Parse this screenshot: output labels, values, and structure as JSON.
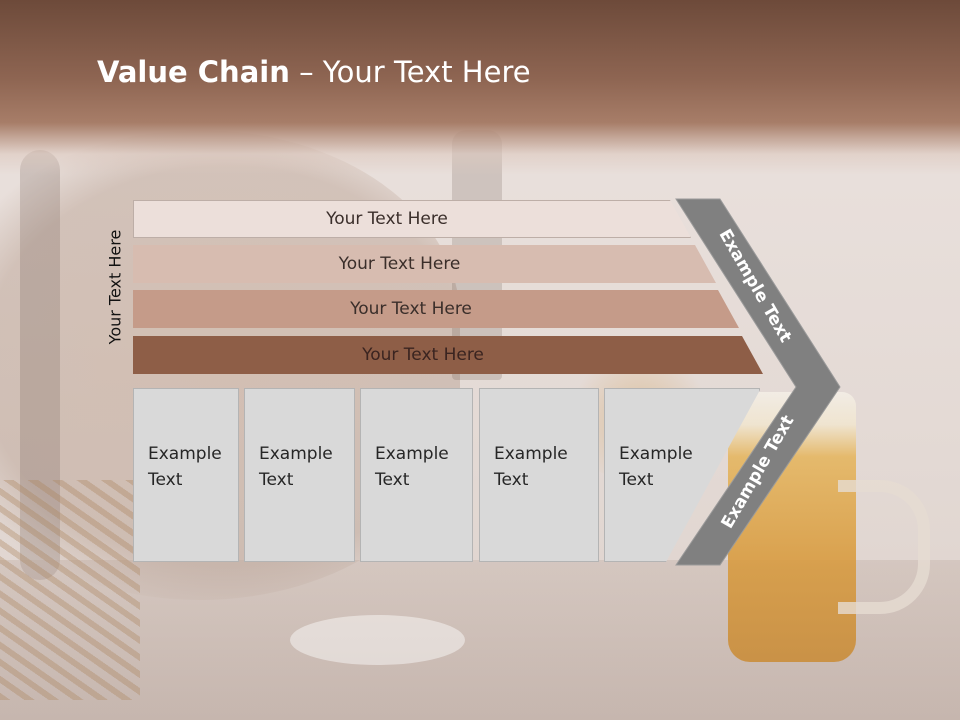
{
  "slide": {
    "title_bold": "Value Chain",
    "title_rest": " – Your Text Here",
    "side_label": "Your Text Here"
  },
  "support_bars": [
    {
      "label": "Your Text Here",
      "color": "#ecdfda"
    },
    {
      "label": "Your Text Here",
      "color": "#d7bcb0"
    },
    {
      "label": "Your Text Here",
      "color": "#c59b89"
    },
    {
      "label": "Your Text Here",
      "color": "#8e5e47"
    }
  ],
  "primary_boxes": [
    {
      "line1": "Example",
      "line2": "Text"
    },
    {
      "line1": "Example",
      "line2": "Text"
    },
    {
      "line1": "Example",
      "line2": "Text"
    },
    {
      "line1": "Example",
      "line2": "Text"
    },
    {
      "line1": "Example",
      "line2": "Text"
    }
  ],
  "margin": {
    "upper_label": "Example Text",
    "lower_label": "Example Text",
    "color": "#808080"
  }
}
